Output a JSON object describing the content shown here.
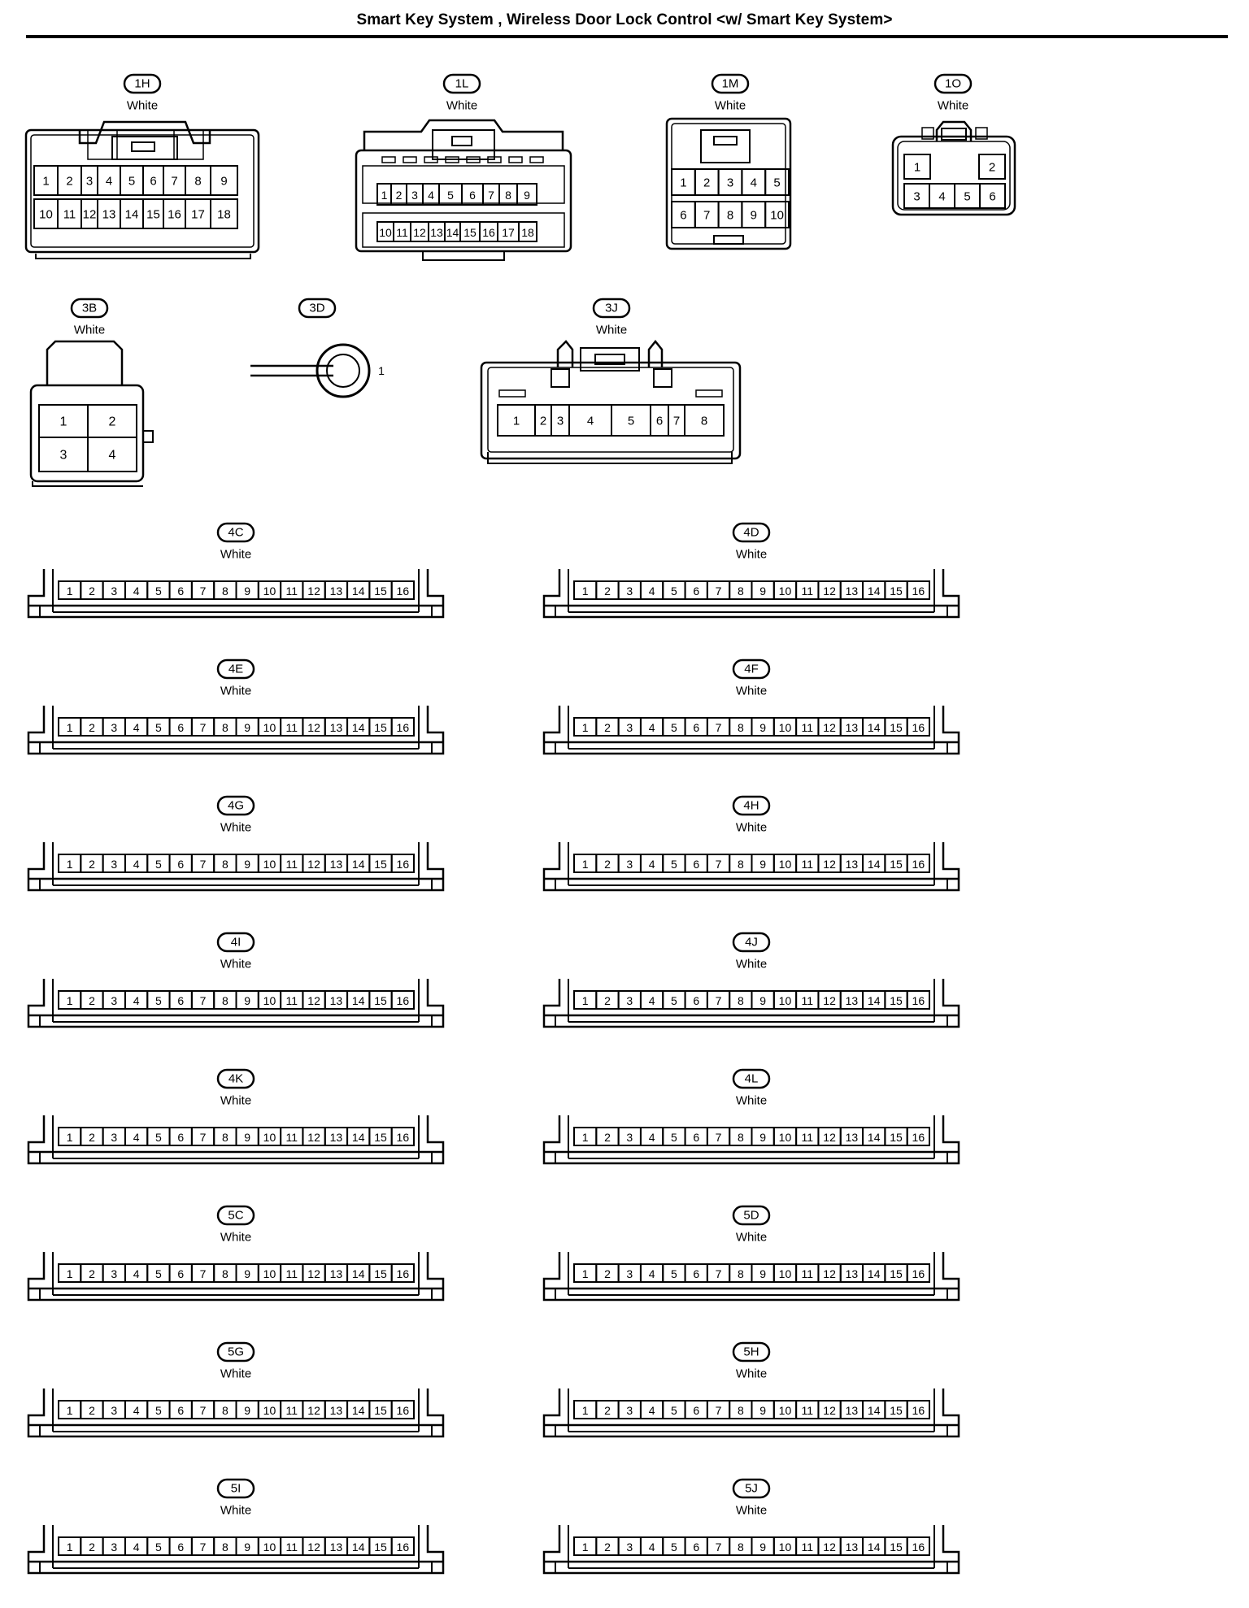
{
  "title": "Smart Key System , Wireless Door Lock Control <w/ Smart Key System>",
  "connectors": [
    {
      "id": "1H",
      "color": "White",
      "rows": [
        [
          "1",
          "2",
          "3",
          "4",
          "5",
          "6",
          "7",
          "8",
          "9"
        ],
        [
          "10",
          "11",
          "12",
          "13",
          "14",
          "15",
          "16",
          "17",
          "18"
        ]
      ]
    },
    {
      "id": "1L",
      "color": "White",
      "rows": [
        [
          "1",
          "2",
          "3",
          "4",
          "5",
          "6",
          "7",
          "8",
          "9"
        ],
        [
          "10",
          "11",
          "12",
          "13",
          "14",
          "15",
          "16",
          "17",
          "18"
        ]
      ]
    },
    {
      "id": "1M",
      "color": "White",
      "rows": [
        [
          "1",
          "2",
          "3",
          "4",
          "5"
        ],
        [
          "6",
          "7",
          "8",
          "9",
          "10"
        ]
      ]
    },
    {
      "id": "1O",
      "color": "White",
      "rows": [
        [
          "1",
          "2"
        ],
        [
          "3",
          "4",
          "5",
          "6"
        ]
      ]
    },
    {
      "id": "3B",
      "color": "White",
      "rows": [
        [
          "1",
          "2"
        ],
        [
          "3",
          "4"
        ]
      ]
    },
    {
      "id": "3D",
      "color": "",
      "rows": [
        [
          "1"
        ]
      ]
    },
    {
      "id": "3J",
      "color": "White",
      "rows": [
        [
          "1",
          "2",
          "3",
          "4",
          "5",
          "6",
          "7",
          "8"
        ]
      ]
    },
    {
      "id": "4C",
      "color": "White",
      "rows": [
        [
          "1",
          "2",
          "3",
          "4",
          "5",
          "6",
          "7",
          "8",
          "9",
          "10",
          "11",
          "12",
          "13",
          "14",
          "15",
          "16"
        ]
      ]
    },
    {
      "id": "4D",
      "color": "White",
      "rows": [
        [
          "1",
          "2",
          "3",
          "4",
          "5",
          "6",
          "7",
          "8",
          "9",
          "10",
          "11",
          "12",
          "13",
          "14",
          "15",
          "16"
        ]
      ]
    },
    {
      "id": "4E",
      "color": "White",
      "rows": [
        [
          "1",
          "2",
          "3",
          "4",
          "5",
          "6",
          "7",
          "8",
          "9",
          "10",
          "11",
          "12",
          "13",
          "14",
          "15",
          "16"
        ]
      ]
    },
    {
      "id": "4F",
      "color": "White",
      "rows": [
        [
          "1",
          "2",
          "3",
          "4",
          "5",
          "6",
          "7",
          "8",
          "9",
          "10",
          "11",
          "12",
          "13",
          "14",
          "15",
          "16"
        ]
      ]
    },
    {
      "id": "4G",
      "color": "White",
      "rows": [
        [
          "1",
          "2",
          "3",
          "4",
          "5",
          "6",
          "7",
          "8",
          "9",
          "10",
          "11",
          "12",
          "13",
          "14",
          "15",
          "16"
        ]
      ]
    },
    {
      "id": "4H",
      "color": "White",
      "rows": [
        [
          "1",
          "2",
          "3",
          "4",
          "5",
          "6",
          "7",
          "8",
          "9",
          "10",
          "11",
          "12",
          "13",
          "14",
          "15",
          "16"
        ]
      ]
    },
    {
      "id": "4I",
      "color": "White",
      "rows": [
        [
          "1",
          "2",
          "3",
          "4",
          "5",
          "6",
          "7",
          "8",
          "9",
          "10",
          "11",
          "12",
          "13",
          "14",
          "15",
          "16"
        ]
      ]
    },
    {
      "id": "4J",
      "color": "White",
      "rows": [
        [
          "1",
          "2",
          "3",
          "4",
          "5",
          "6",
          "7",
          "8",
          "9",
          "10",
          "11",
          "12",
          "13",
          "14",
          "15",
          "16"
        ]
      ]
    },
    {
      "id": "4K",
      "color": "White",
      "rows": [
        [
          "1",
          "2",
          "3",
          "4",
          "5",
          "6",
          "7",
          "8",
          "9",
          "10",
          "11",
          "12",
          "13",
          "14",
          "15",
          "16"
        ]
      ]
    },
    {
      "id": "4L",
      "color": "White",
      "rows": [
        [
          "1",
          "2",
          "3",
          "4",
          "5",
          "6",
          "7",
          "8",
          "9",
          "10",
          "11",
          "12",
          "13",
          "14",
          "15",
          "16"
        ]
      ]
    },
    {
      "id": "5C",
      "color": "White",
      "rows": [
        [
          "1",
          "2",
          "3",
          "4",
          "5",
          "6",
          "7",
          "8",
          "9",
          "10",
          "11",
          "12",
          "13",
          "14",
          "15",
          "16"
        ]
      ]
    },
    {
      "id": "5D",
      "color": "White",
      "rows": [
        [
          "1",
          "2",
          "3",
          "4",
          "5",
          "6",
          "7",
          "8",
          "9",
          "10",
          "11",
          "12",
          "13",
          "14",
          "15",
          "16"
        ]
      ]
    },
    {
      "id": "5G",
      "color": "White",
      "rows": [
        [
          "1",
          "2",
          "3",
          "4",
          "5",
          "6",
          "7",
          "8",
          "9",
          "10",
          "11",
          "12",
          "13",
          "14",
          "15",
          "16"
        ]
      ]
    },
    {
      "id": "5H",
      "color": "White",
      "rows": [
        [
          "1",
          "2",
          "3",
          "4",
          "5",
          "6",
          "7",
          "8",
          "9",
          "10",
          "11",
          "12",
          "13",
          "14",
          "15",
          "16"
        ]
      ]
    },
    {
      "id": "5I",
      "color": "White",
      "rows": [
        [
          "1",
          "2",
          "3",
          "4",
          "5",
          "6",
          "7",
          "8",
          "9",
          "10",
          "11",
          "12",
          "13",
          "14",
          "15",
          "16"
        ]
      ]
    },
    {
      "id": "5J",
      "color": "White",
      "rows": [
        [
          "1",
          "2",
          "3",
          "4",
          "5",
          "6",
          "7",
          "8",
          "9",
          "10",
          "11",
          "12",
          "13",
          "14",
          "15",
          "16"
        ]
      ]
    }
  ]
}
